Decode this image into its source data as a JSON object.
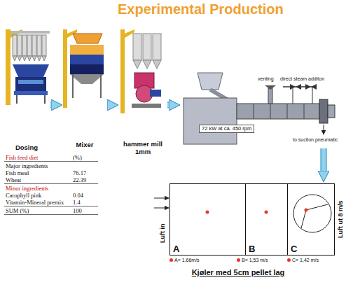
{
  "diagram": {
    "title": "Experimental Production",
    "nodes": [
      {
        "text": [
          "Dosing"
        ]
      },
      {
        "text": [
          "Mixer"
        ]
      },
      {
        "text": [
          "hammer mill 1mm"
        ]
      },
      {
        "text": [
          "72 kW at ca. 450 rpm"
        ]
      },
      {
        "text": [
          "Kjøler med 5cm pellet lag"
        ]
      },
      {
        "text": [
          "A"
        ],
        "in": 4
      },
      {
        "text": [
          "B"
        ],
        "in": 4
      },
      {
        "text": [
          "C"
        ],
        "in": 4
      }
    ],
    "edges": [
      {
        "from": 0,
        "to": 1,
        "arrow": "to"
      },
      {
        "from": 1,
        "to": 2,
        "arrow": "to"
      },
      {
        "from": 2,
        "to": 3,
        "arrow": "to"
      },
      {
        "from": 3,
        "to": 4,
        "arrow": "to"
      }
    ],
    "labels": [
      "venting",
      "direct steam additon",
      "to suction pneumatic",
      "Luft in",
      "Luft ut 8 m/s",
      "Fish feed diet",
      "(%)",
      "Major ingredients",
      "Fish meal",
      "76.17",
      "Wheat",
      "22.39",
      "Minor ingredients",
      "Carophyll pink",
      "0.04",
      "Vitamin-Mineral premix",
      "1.4",
      "SUM (%)",
      "100"
    ],
    "legend": [
      {
        "text": "A= 1,66m/s",
        "color": "#e03a2a"
      },
      {
        "text": "B= 1,53 m/s",
        "color": "#e03a2a"
      },
      {
        "text": "C= 1,42 m/s",
        "color": "#e03a2a"
      }
    ]
  }
}
